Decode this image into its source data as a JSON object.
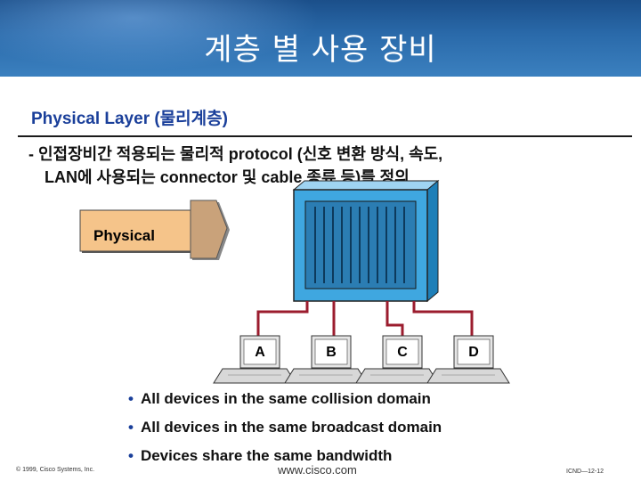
{
  "slide": {
    "title": "계층 별 사용 장비",
    "subtitle": "Physical Layer (물리계층)",
    "description_line1": "- 인접장비간 적용되는 물리적 protocol (신호 변환 방식, 속도,",
    "description_line2": "LAN에 사용되는 connector 및 cable 종류 등)를 정의"
  },
  "diagram": {
    "layer_label": "Physical",
    "devices": [
      "A",
      "B",
      "C",
      "D"
    ]
  },
  "bullets": [
    "All devices in the same collision domain",
    "All devices in the same broadcast domain",
    "Devices share the same bandwidth"
  ],
  "footer": {
    "copyright": "© 1999, Cisco Systems, Inc.",
    "url": "www.cisco.com",
    "page": "ICND—12-12"
  },
  "colors": {
    "header": "#2a6aaa",
    "accent": "#1a3f9a",
    "layer_box": "#f5c48a",
    "hub": "#3fa7e0"
  }
}
